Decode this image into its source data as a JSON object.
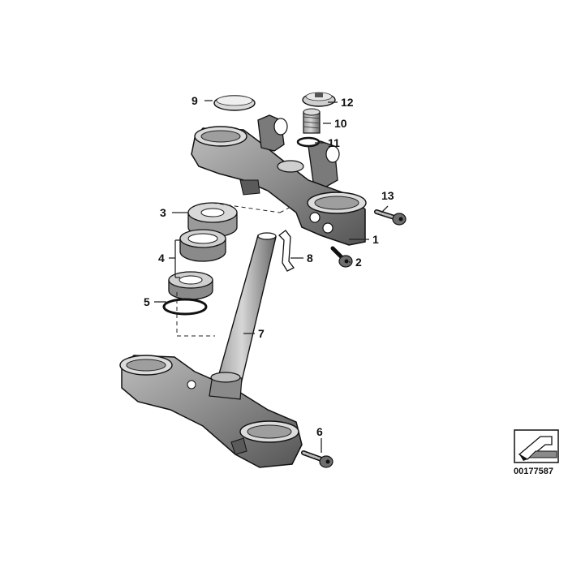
{
  "diagram": {
    "part_labels": {
      "p1": "1",
      "p2": "2",
      "p3": "3",
      "p4": "4",
      "p5": "5",
      "p6": "6",
      "p7": "7",
      "p8": "8",
      "p9": "9",
      "p10": "10",
      "p11": "11",
      "p12": "12",
      "p13": "13"
    },
    "reference_number": "00177587",
    "colors": {
      "part_fill": "#8a8a8a",
      "part_dark": "#4a4a4a",
      "part_light": "#c8c8c8",
      "line": "#111111"
    },
    "icons": [
      "direction-arrow-icon"
    ]
  }
}
